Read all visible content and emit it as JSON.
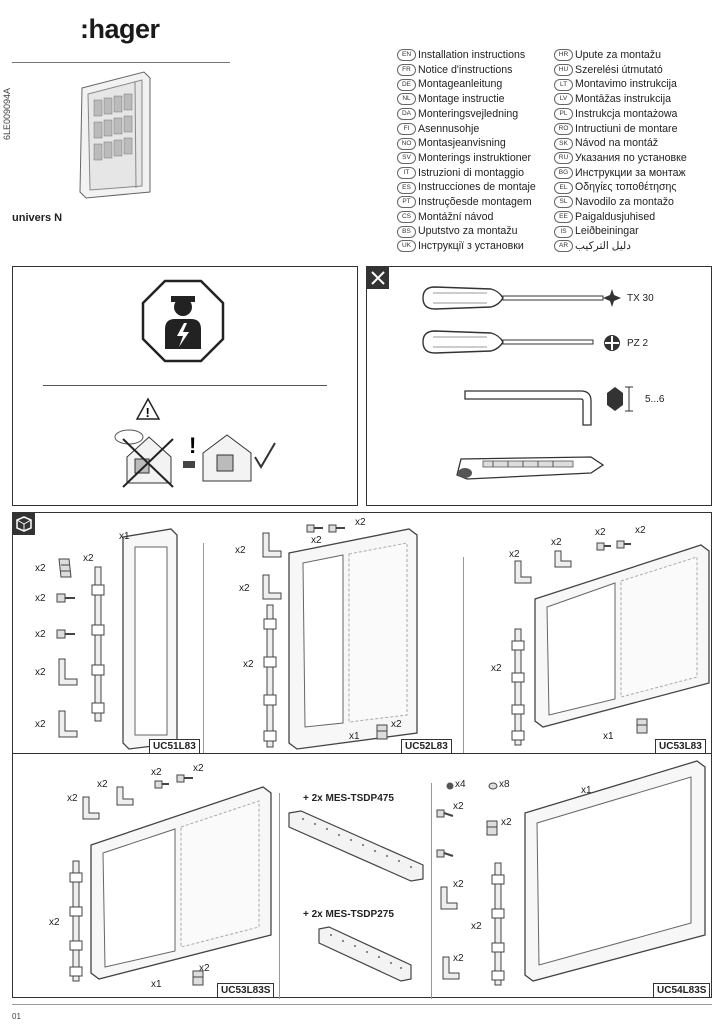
{
  "brand": {
    "name": ":hager"
  },
  "document_id": "6LE009094A",
  "product_line": "univers N",
  "languages_left": [
    {
      "code": "EN",
      "text": "Installation instructions"
    },
    {
      "code": "FR",
      "text": "Notice d'instructions"
    },
    {
      "code": "DE",
      "text": "Montageanleitung"
    },
    {
      "code": "NL",
      "text": "Montage instructie"
    },
    {
      "code": "DA",
      "text": "Monteringsvejledning"
    },
    {
      "code": "FI",
      "text": "Asennusohje"
    },
    {
      "code": "NO",
      "text": "Montasjeanvisning"
    },
    {
      "code": "SV",
      "text": "Monterings instruktioner"
    },
    {
      "code": "IT",
      "text": "Istruzioni di montaggio"
    },
    {
      "code": "ES",
      "text": "Instrucciones de montaje"
    },
    {
      "code": "PT",
      "text": "Instruçõesde montagem"
    },
    {
      "code": "CS",
      "text": "Montážní návod"
    },
    {
      "code": "BS",
      "text": "Uputstvo za montažu"
    },
    {
      "code": "UK",
      "text": "Інструкції з установки"
    }
  ],
  "languages_right": [
    {
      "code": "HR",
      "text": "Upute za montažu"
    },
    {
      "code": "HU",
      "text": "Szerelési útmutató"
    },
    {
      "code": "LT",
      "text": "Montavimo instrukcija"
    },
    {
      "code": "LV",
      "text": "Montāžas instrukcija"
    },
    {
      "code": "PL",
      "text": "Instrukcja montażowa"
    },
    {
      "code": "RO",
      "text": "Intructiuni de montare"
    },
    {
      "code": "SK",
      "text": "Návod na montáž"
    },
    {
      "code": "RU",
      "text": "Указания по установке"
    },
    {
      "code": "BG",
      "text": "Инструкции за монтаж"
    },
    {
      "code": "EL",
      "text": "Οδηγίες τοποθέτησης"
    },
    {
      "code": "SL",
      "text": "Navodilo za montažo"
    },
    {
      "code": "EE",
      "text": "Paigaldusjuhised"
    },
    {
      "code": "IS",
      "text": "Leiðbeiningar"
    },
    {
      "code": "AR",
      "text": "دليل التركيب"
    }
  ],
  "tools": {
    "torx": "TX 30",
    "pozidriv": "PZ 2",
    "hex": "5...6"
  },
  "kits": {
    "uc51": {
      "model": "UC51L83",
      "x1": "x1",
      "x2a": "x2",
      "x2b": "x2",
      "x2c": "x2",
      "x2d": "x2",
      "x2e": "x2",
      "x2f": "x2"
    },
    "uc52": {
      "model": "UC52L83",
      "x1": "x1",
      "x2a": "x2",
      "x2b": "x2",
      "x2c": "x2",
      "x2d": "x2",
      "x2e": "x2",
      "x2f": "x2"
    },
    "uc53": {
      "model": "UC53L83",
      "x1": "x1",
      "x2a": "x2",
      "x2b": "x2",
      "x2c": "x2",
      "x2d": "x2",
      "x2e": "x2"
    },
    "uc53s": {
      "model": "UC53L83S",
      "x1": "x1",
      "x2a": "x2",
      "x2b": "x2",
      "x2c": "x2",
      "x2d": "x2",
      "x2e": "x2",
      "x2f": "x2"
    },
    "rails": {
      "rail1_qty": "+ 2x",
      "rail1": "MES-TSDP475",
      "rail2_qty": "+ 2x",
      "rail2": "MES-TSDP275"
    },
    "uc54s": {
      "model": "UC54L83S",
      "x1": "x1",
      "x4": "x4",
      "x8": "x8",
      "x2a": "x2",
      "x2b": "x2",
      "x2c": "x2",
      "x2d": "x2",
      "x2e": "x2"
    }
  },
  "page_number": "01"
}
